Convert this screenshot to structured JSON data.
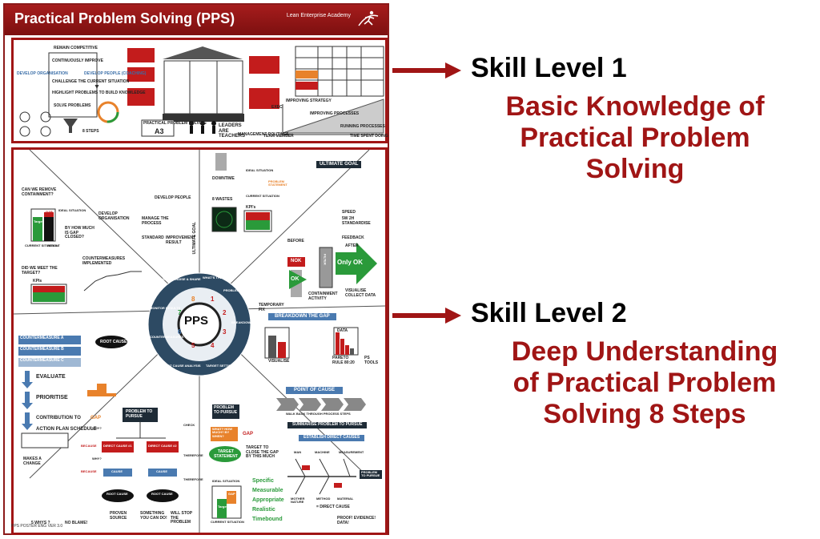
{
  "colors": {
    "accent": "#a01515",
    "heading": "#000000",
    "poster_red": "#c31c1c",
    "green": "#2a9a3a",
    "orange": "#e8822b",
    "blue": "#4a7ab0"
  },
  "poster": {
    "title": "Practical Problem Solving (PPS)",
    "brand": "Lean Enterprise Academy",
    "footer": "PPS POSTER ENG VER 3.0",
    "top": {
      "cycle": [
        "REMAIN COMPETITIVE",
        "CONTINUOUSLY IMPROVE",
        "DEVELOP PEOPLE (COACHING)",
        "CHALLENGE THE CURRENT SITUATION",
        "DEVELOP ORGANISATION",
        "HIGHLIGHT PROBLEMS TO BUILD KNOWLEDGE",
        "SOLVE PROBLEMS"
      ],
      "steps_label": "8 STEPS",
      "pps_a3": "PRACTICAL PROBLEM SOLVING",
      "a3": "A3",
      "leaders": "LEADERS ARE TEACHERS",
      "routines": "MANAGEMENT ROUTINES",
      "team_member": "TEAM MEMBER",
      "exec": "EXEC",
      "time_spent": "TIME SPENT DOING",
      "improving_strategy": "IMPROVING STRATEGY",
      "improving_processes": "IMPROVING PROCESSES",
      "running_processes": "RUNNING PROCESSES"
    },
    "bottom": {
      "center": "PPS",
      "wheel_steps": [
        "WHAT'S THE GAP?",
        "PROBLEM CLARIFICATION",
        "BREAKDOWN THE PROBLEM",
        "TARGET SETTING",
        "ROOT CAUSE ANALYSIS",
        "COUNTERMEASURES",
        "MONITOR RESULTS",
        "STANDARDISE & SHARE"
      ],
      "step_numbers": [
        "1",
        "2",
        "3",
        "4",
        "5",
        "6",
        "7",
        "8"
      ],
      "can_we_remove": "CAN WE REMOVE CONTAINMENT?",
      "ideal_situation": "IDEAL SITUATION",
      "gap": "GAP",
      "target": "Target",
      "current_situation": "CURRENT SITUATION",
      "result": "RESULT",
      "how_much_closed": "BY HOW MUCH IS GAP CLOSED?",
      "countermeasures_implemented": "COUNTERMEASURES IMPLEMENTED",
      "did_we_meet": "DID WE MEET THE TARGET?",
      "kpis": "KPIs",
      "develop_people": "DEVELOP PEOPLE",
      "develop_org": "DEVELOP ORGANISATION",
      "manage_process": "MANAGE THE PROCESS",
      "standard": "STANDARD",
      "improvement_result": "IMPROVEMENT RESULT",
      "ultimate_goal": "ULTIMATE GOAL",
      "downtime": "DOWNTIME",
      "eight_wastes": "8 WASTES",
      "ideal_sit2": "IDEAL SITUATION",
      "problem_statement": "PROBLEM STATEMENT",
      "current_sit2": "CURRENT SITUATION",
      "kpis2": "KPI's",
      "speed": "SPEED",
      "standardise": "5W 2H STANDARDISE",
      "before": "BEFORE",
      "feedback": "FEEDBACK",
      "after": "AFTER",
      "nok": "NOK",
      "ok": "OK",
      "filter": "FILTER",
      "only_ok": "Only OK",
      "temporary_fix": "TEMPORARY FIX",
      "containment": "CONTAINMENT ACTIVITY",
      "visualise_collect": "VISUALISE COLLECT DATA",
      "countermeasure_a": "COUNTERMEASURE A",
      "countermeasure_b": "COUNTERMEASURE B",
      "countermeasure_c": "COUNTERMEASURE C",
      "root_cause": "ROOT CAUSE",
      "evaluate": "EVALUATE",
      "prioritise": "PRIORITISE",
      "contribution": "CONTRIBUTION TO",
      "gap2": "GAP",
      "action_plan": "ACTION PLAN SCHEDULE",
      "makes_change": "MAKES A CHANGE",
      "breakdown_gap": "BREAKDOWN THE GAP",
      "visualise": "VISUALISE",
      "pareto": "PARETO RULE 80:20",
      "ps_tools": "PS TOOLS",
      "data": "DATA",
      "point_of_cause": "POINT OF CAUSE",
      "walk_back": "WALK BACK THROUGH PROCESS STEPS",
      "summarise": "SUMMARISE PROBLEM TO PURSUE",
      "establish": "ESTABLISH DIRECT CAUSES",
      "man": "MAN",
      "machine": "MACHINE",
      "measurement": "MEASUREMENT",
      "mother_nature": "MOTHER NATURE",
      "method": "METHOD",
      "material": "MATERIAL",
      "problem_pursue": "PROBLEM TO PURSUE",
      "direct_cause": "= DIRECT CAUSE",
      "proof": "PROOF! EVIDENCE! DATA!",
      "problem_to_pursue": "PROBLEM TO PURSUE",
      "why": "WHY?",
      "because": "BECAUSE",
      "direct_cause_1": "DIRECT CAUSE #1",
      "direct_cause_2": "DIRECT CAUSE #2",
      "cause": "CAUSE",
      "root_cause2": "ROOT CAUSE",
      "check": "CHECK",
      "therefore": "THEREFORE",
      "five_whys": "5 WHYS ?",
      "no_blame": "NO BLAME!",
      "proven_source": "PROVEN SOURCE",
      "something_you": "SOMETHING YOU CAN DO!",
      "will_stop": "WILL STOP THE PROBLEM",
      "problem_pursue2": "PROBLEM TO PURSUE",
      "what_how": "WHAT? HOW MUCH? BY WHEN?",
      "target_statement": "TARGET STATEMENT",
      "target_close": "TARGET TO CLOSE THE GAP BY THIS MUCH",
      "smart": [
        "Specific",
        "Measurable",
        "Appropriate",
        "Realistic",
        "Timebound"
      ],
      "ideal_sit3": "IDEAL SITUATION",
      "gap3": "GAP",
      "target3": "Target",
      "current_sit3": "CURRENT SITUATION"
    }
  },
  "annotations": [
    {
      "heading": "Skill Level 1",
      "lines": [
        "Basic Knowledge of",
        "Practical Problem",
        "Solving"
      ]
    },
    {
      "heading": "Skill Level 2",
      "lines": [
        "Deep Understanding",
        "of Practical Problem",
        "Solving 8 Steps"
      ]
    }
  ]
}
